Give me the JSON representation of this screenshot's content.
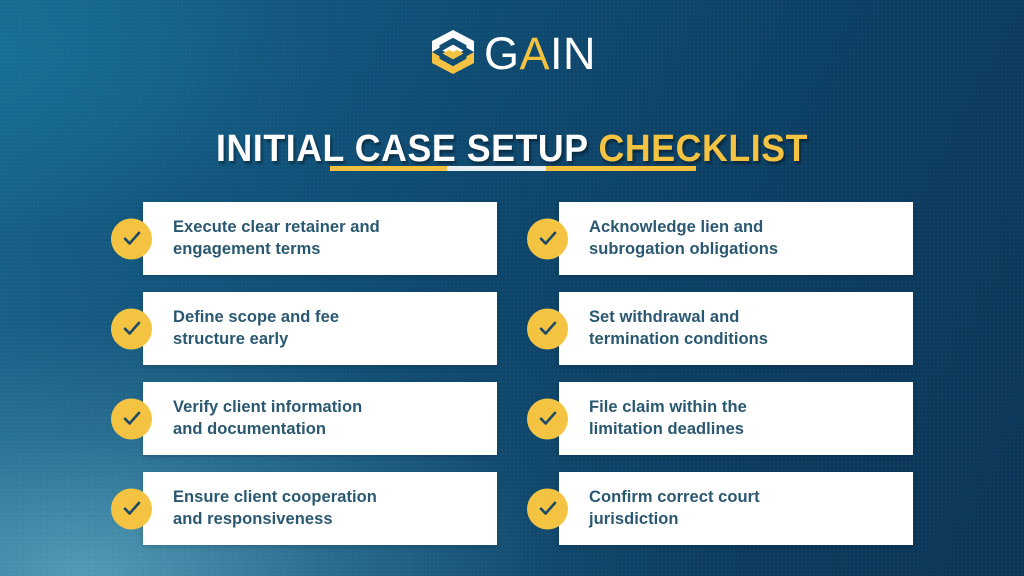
{
  "brand": {
    "logo_icon": "gain-hexagon-logo-icon",
    "name_part1": "G",
    "name_accent": "A",
    "name_part2": "IN",
    "accent_color": "#f5c342",
    "primary_color": "#0d3a5c"
  },
  "header": {
    "title_main": "INITIAL CASE SETUP",
    "title_accent": "CHECKLIST"
  },
  "checklist": {
    "check_icon": "checkmark-icon",
    "items": [
      {
        "line1": "Execute clear retainer and",
        "line2": "engagement terms"
      },
      {
        "line1": "Define scope and fee",
        "line2": "structure early"
      },
      {
        "line1": "Verify client information",
        "line2": "and documentation"
      },
      {
        "line1": "Ensure client cooperation",
        "line2": "and responsiveness"
      },
      {
        "line1": "Acknowledge lien and",
        "line2": "subrogation obligations"
      },
      {
        "line1": "Set withdrawal and",
        "line2": "termination conditions"
      },
      {
        "line1": "File claim within the",
        "line2": "limitation deadlines"
      },
      {
        "line1": "Confirm correct court",
        "line2": "jurisdiction"
      }
    ]
  }
}
